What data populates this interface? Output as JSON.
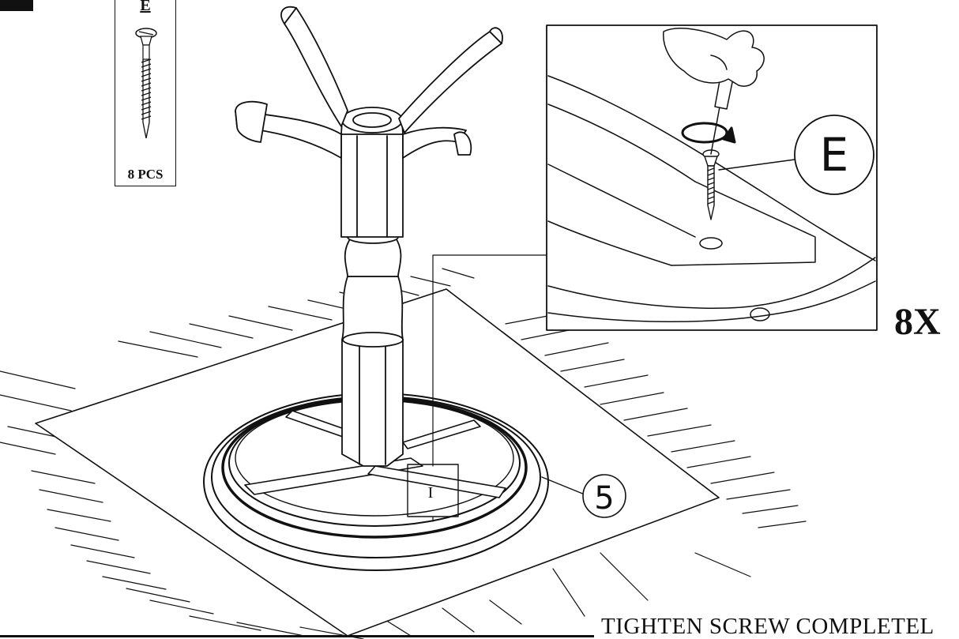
{
  "hardware": {
    "letter": "E",
    "quantity": "8 PCS",
    "icon": "wood-screw-icon"
  },
  "callouts": {
    "detail_part": "E",
    "base_part": "5",
    "inset_part": "I"
  },
  "multiplier": "8X",
  "instruction": "TIGHTEN SCREW COMPLETEL"
}
